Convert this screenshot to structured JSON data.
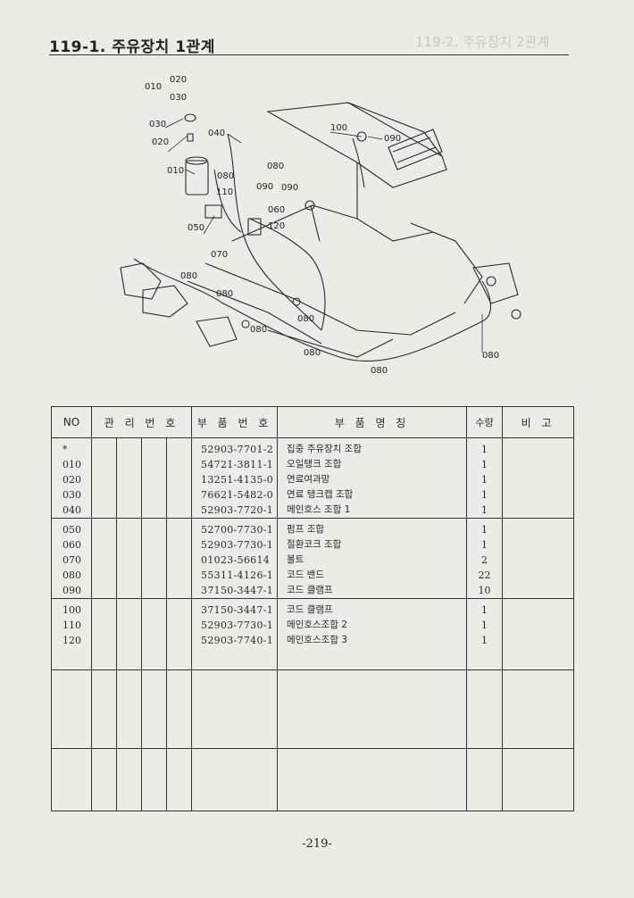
{
  "header": {
    "title": "119-1. 주유장치 1관계",
    "ghost_title": "119-2. 주유장치 2관계"
  },
  "diagram": {
    "callouts": [
      "010",
      "020",
      "030",
      "010",
      "020",
      "030",
      "040",
      "050",
      "060",
      "070",
      "080",
      "090",
      "100",
      "110",
      "120",
      "080",
      "080",
      "080",
      "080",
      "080",
      "080",
      "080",
      "090",
      "090",
      "080"
    ]
  },
  "table": {
    "headers": {
      "no": "NO",
      "mgmt": "관 리 번 호",
      "part_no": "부 품 번 호",
      "part_name": "부   품   명   칭",
      "qty": "수량",
      "remarks": "비 고"
    },
    "groups": [
      {
        "rows": [
          {
            "no": "*",
            "part_no": "52903-7701-2",
            "name": "집중 주유장치 조합",
            "qty": "1"
          },
          {
            "no": "010",
            "part_no": "54721-3811-1",
            "name": "오일탱크 조합",
            "qty": "1"
          },
          {
            "no": "020",
            "part_no": "13251-4135-0",
            "name": "연료여과망",
            "qty": "1"
          },
          {
            "no": "030",
            "part_no": "76621-5482-0",
            "name": "연료 탱크캡 조합",
            "qty": "1"
          },
          {
            "no": "040",
            "part_no": "52903-7720-1",
            "name": "메인호스 조합 1",
            "qty": "1"
          }
        ]
      },
      {
        "rows": [
          {
            "no": "050",
            "part_no": "52700-7730-1",
            "name": "펌프 조합",
            "qty": "1"
          },
          {
            "no": "060",
            "part_no": "52903-7730-1",
            "name": "절환코크 조합",
            "qty": "1"
          },
          {
            "no": "070",
            "part_no": "01023-56614",
            "name": "볼트",
            "qty": "2"
          },
          {
            "no": "080",
            "part_no": "55311-4126-1",
            "name": "코드 밴드",
            "qty": "22"
          },
          {
            "no": "090",
            "part_no": "37150-3447-1",
            "name": "코드 클램프",
            "qty": "10"
          }
        ]
      },
      {
        "rows": [
          {
            "no": "100",
            "part_no": "37150-3447-1",
            "name": "코드 클램프",
            "qty": "1"
          },
          {
            "no": "110",
            "part_no": "52903-7730-1",
            "name": "메인호스조합 2",
            "qty": "1"
          },
          {
            "no": "120",
            "part_no": "52903-7740-1",
            "name": "메인호스조합 3",
            "qty": "1"
          }
        ]
      },
      {
        "rows": []
      },
      {
        "rows": []
      }
    ]
  },
  "footer": {
    "page_number": "-219-"
  }
}
